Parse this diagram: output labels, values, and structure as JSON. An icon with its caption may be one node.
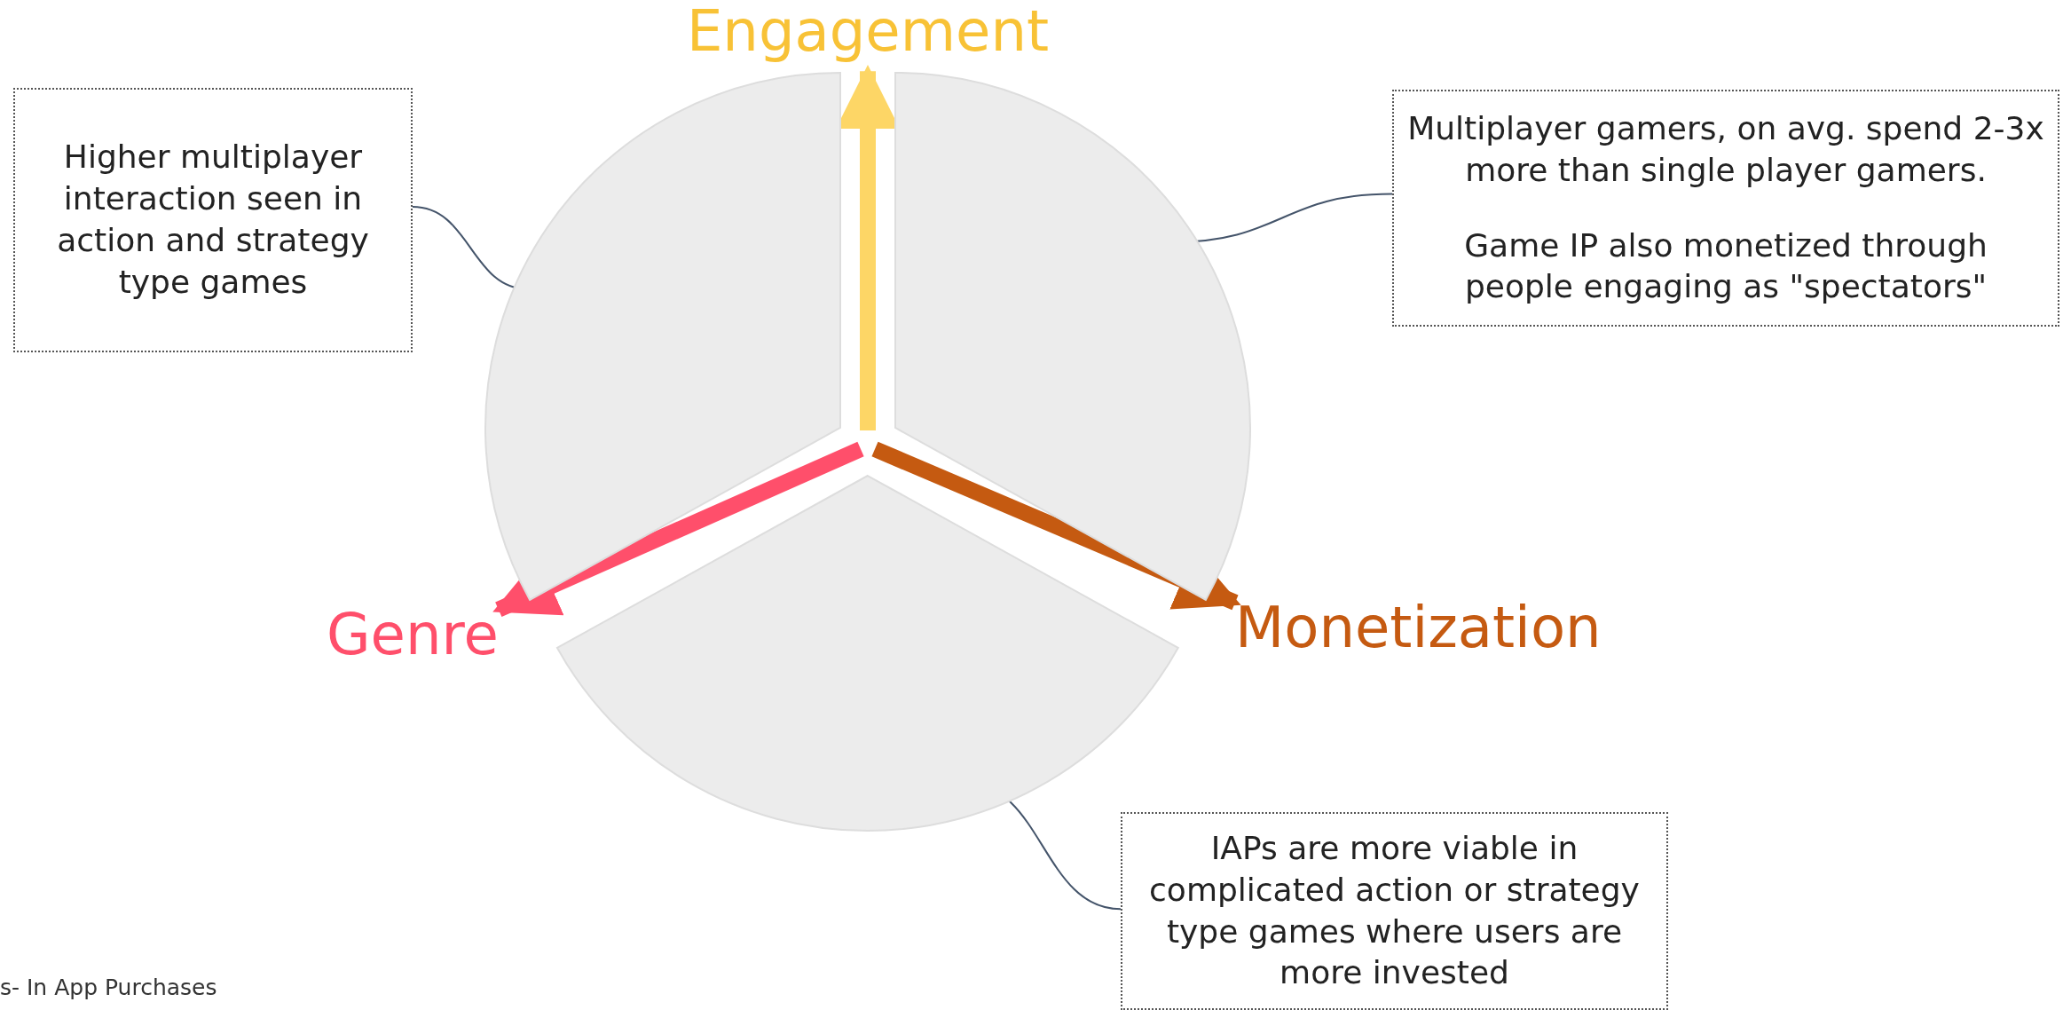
{
  "diagram": {
    "nodes": [
      {
        "text": [
          "Engagement"
        ]
      },
      {
        "text": [
          "Higher multiplayer interaction seen in action and strategy type games"
        ]
      },
      {
        "text": [
          "Multiplayer gamers, on avg. spend 2-3x more than single player gamers.",
          "Game IP also monetized through people engaging as \"spectators\""
        ]
      },
      {
        "text": [],
        "shape": "sector"
      },
      {
        "text": [],
        "shape": "sector"
      },
      {
        "text": [
          "Genre"
        ]
      },
      {
        "text": [
          "Monetization"
        ]
      },
      {
        "text": [],
        "shape": "sector"
      },
      {
        "text": [
          "IAPs are more viable in complicated action or strategy type games where users are more invested"
        ]
      }
    ],
    "edges": [
      {
        "from": null,
        "to": 0,
        "arrow": "to",
        "style": "thick",
        "color": "#fdd666"
      },
      {
        "from": null,
        "to": 5,
        "arrow": "to",
        "style": "thick",
        "color": "#ff4f6b"
      },
      {
        "from": null,
        "to": 6,
        "arrow": "to",
        "style": "thick",
        "color": "#c55a11"
      },
      {
        "from": 1,
        "to": 3,
        "arrow": "none"
      },
      {
        "from": 2,
        "to": 4,
        "arrow": "none"
      },
      {
        "from": 8,
        "to": 7,
        "arrow": "none"
      }
    ],
    "labels": [
      "s- In App Purchases"
    ]
  }
}
